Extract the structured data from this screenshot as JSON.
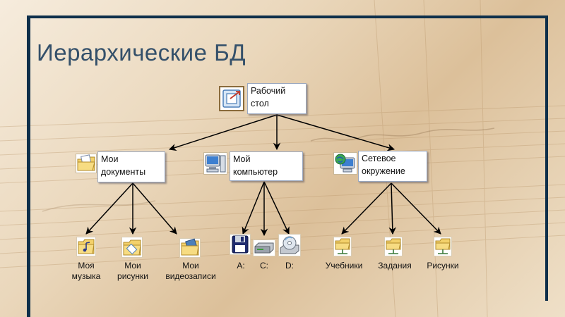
{
  "slide": {
    "title": "Иерархические БД"
  },
  "root": {
    "label": "Рабочий\nстол",
    "icon": "desktop-icon"
  },
  "branches": [
    {
      "label": "Мои\nдокументы",
      "icon": "documents-folder-icon",
      "children": [
        {
          "label": "Моя\nмузыка",
          "icon": "music-folder-icon"
        },
        {
          "label": "Мои\nрисунки",
          "icon": "pictures-folder-icon"
        },
        {
          "label": "Мои\nвидеозаписи",
          "icon": "videos-folder-icon"
        }
      ]
    },
    {
      "label": "Мой\nкомпьютер",
      "icon": "computer-icon",
      "children": [
        {
          "label": "A:",
          "icon": "floppy-drive-icon"
        },
        {
          "label": "C:",
          "icon": "hard-drive-icon"
        },
        {
          "label": "D:",
          "icon": "cd-drive-icon"
        }
      ]
    },
    {
      "label": "Сетевое\nокружение",
      "icon": "network-icon",
      "children": [
        {
          "label": "Учебники",
          "icon": "shared-folder-icon"
        },
        {
          "label": "Задания",
          "icon": "shared-folder-icon"
        },
        {
          "label": "Рисунки",
          "icon": "shared-folder-icon"
        }
      ]
    }
  ],
  "colors": {
    "frame": "#0e2f4a",
    "title": "#34506a",
    "box_border": "#9aa8c0"
  }
}
